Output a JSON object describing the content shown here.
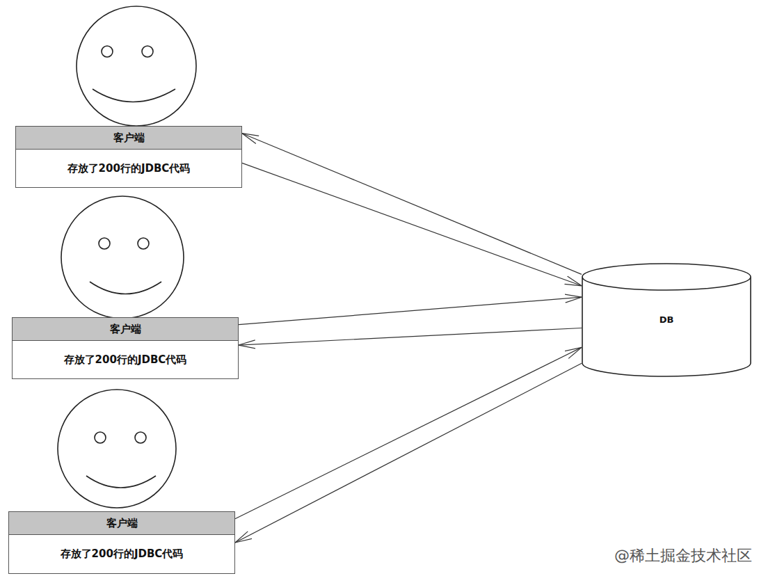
{
  "diagram": {
    "nodes": [
      {
        "text": [
          "客户端",
          "存放了200行的JDBC代码"
        ]
      },
      {
        "text": [
          "客户端",
          "存放了200行的JDBC代码"
        ]
      },
      {
        "text": [
          "客户端",
          "存放了200行的JDBC代码"
        ]
      },
      {
        "text": [
          "DB"
        ]
      }
    ],
    "edges": [
      {
        "from": 0,
        "to": 3,
        "arrow": "to"
      },
      {
        "from": 3,
        "to": 0,
        "arrow": "to"
      },
      {
        "from": 1,
        "to": 3,
        "arrow": "to"
      },
      {
        "from": 3,
        "to": 1,
        "arrow": "to"
      },
      {
        "from": 2,
        "to": 3,
        "arrow": "to"
      },
      {
        "from": 3,
        "to": 2,
        "arrow": "to"
      }
    ],
    "labels": [
      "@稀土掘金技术社区"
    ]
  }
}
